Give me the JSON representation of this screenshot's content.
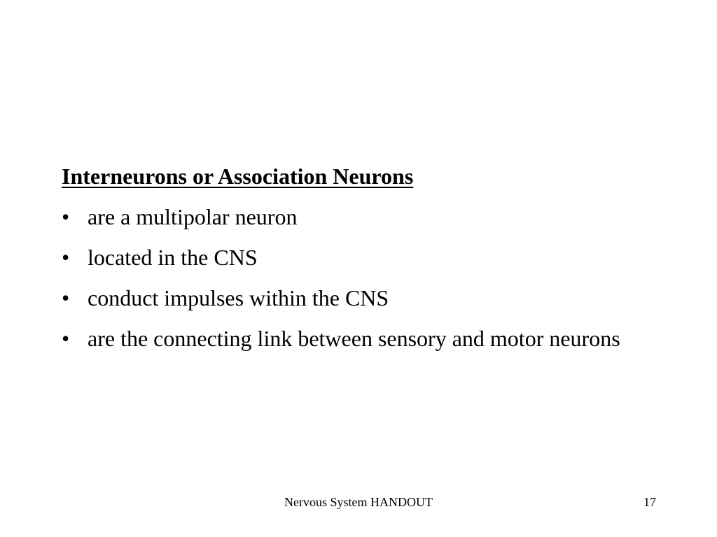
{
  "slide": {
    "heading": "Interneurons or Association Neurons",
    "bullet_symbol": "•",
    "bullets": [
      "are a multipolar neuron",
      "located in the CNS",
      "conduct impulses within the CNS",
      "are the connecting link between sensory and motor neurons"
    ],
    "footer_text": "Nervous System HANDOUT",
    "page_number": "17"
  }
}
